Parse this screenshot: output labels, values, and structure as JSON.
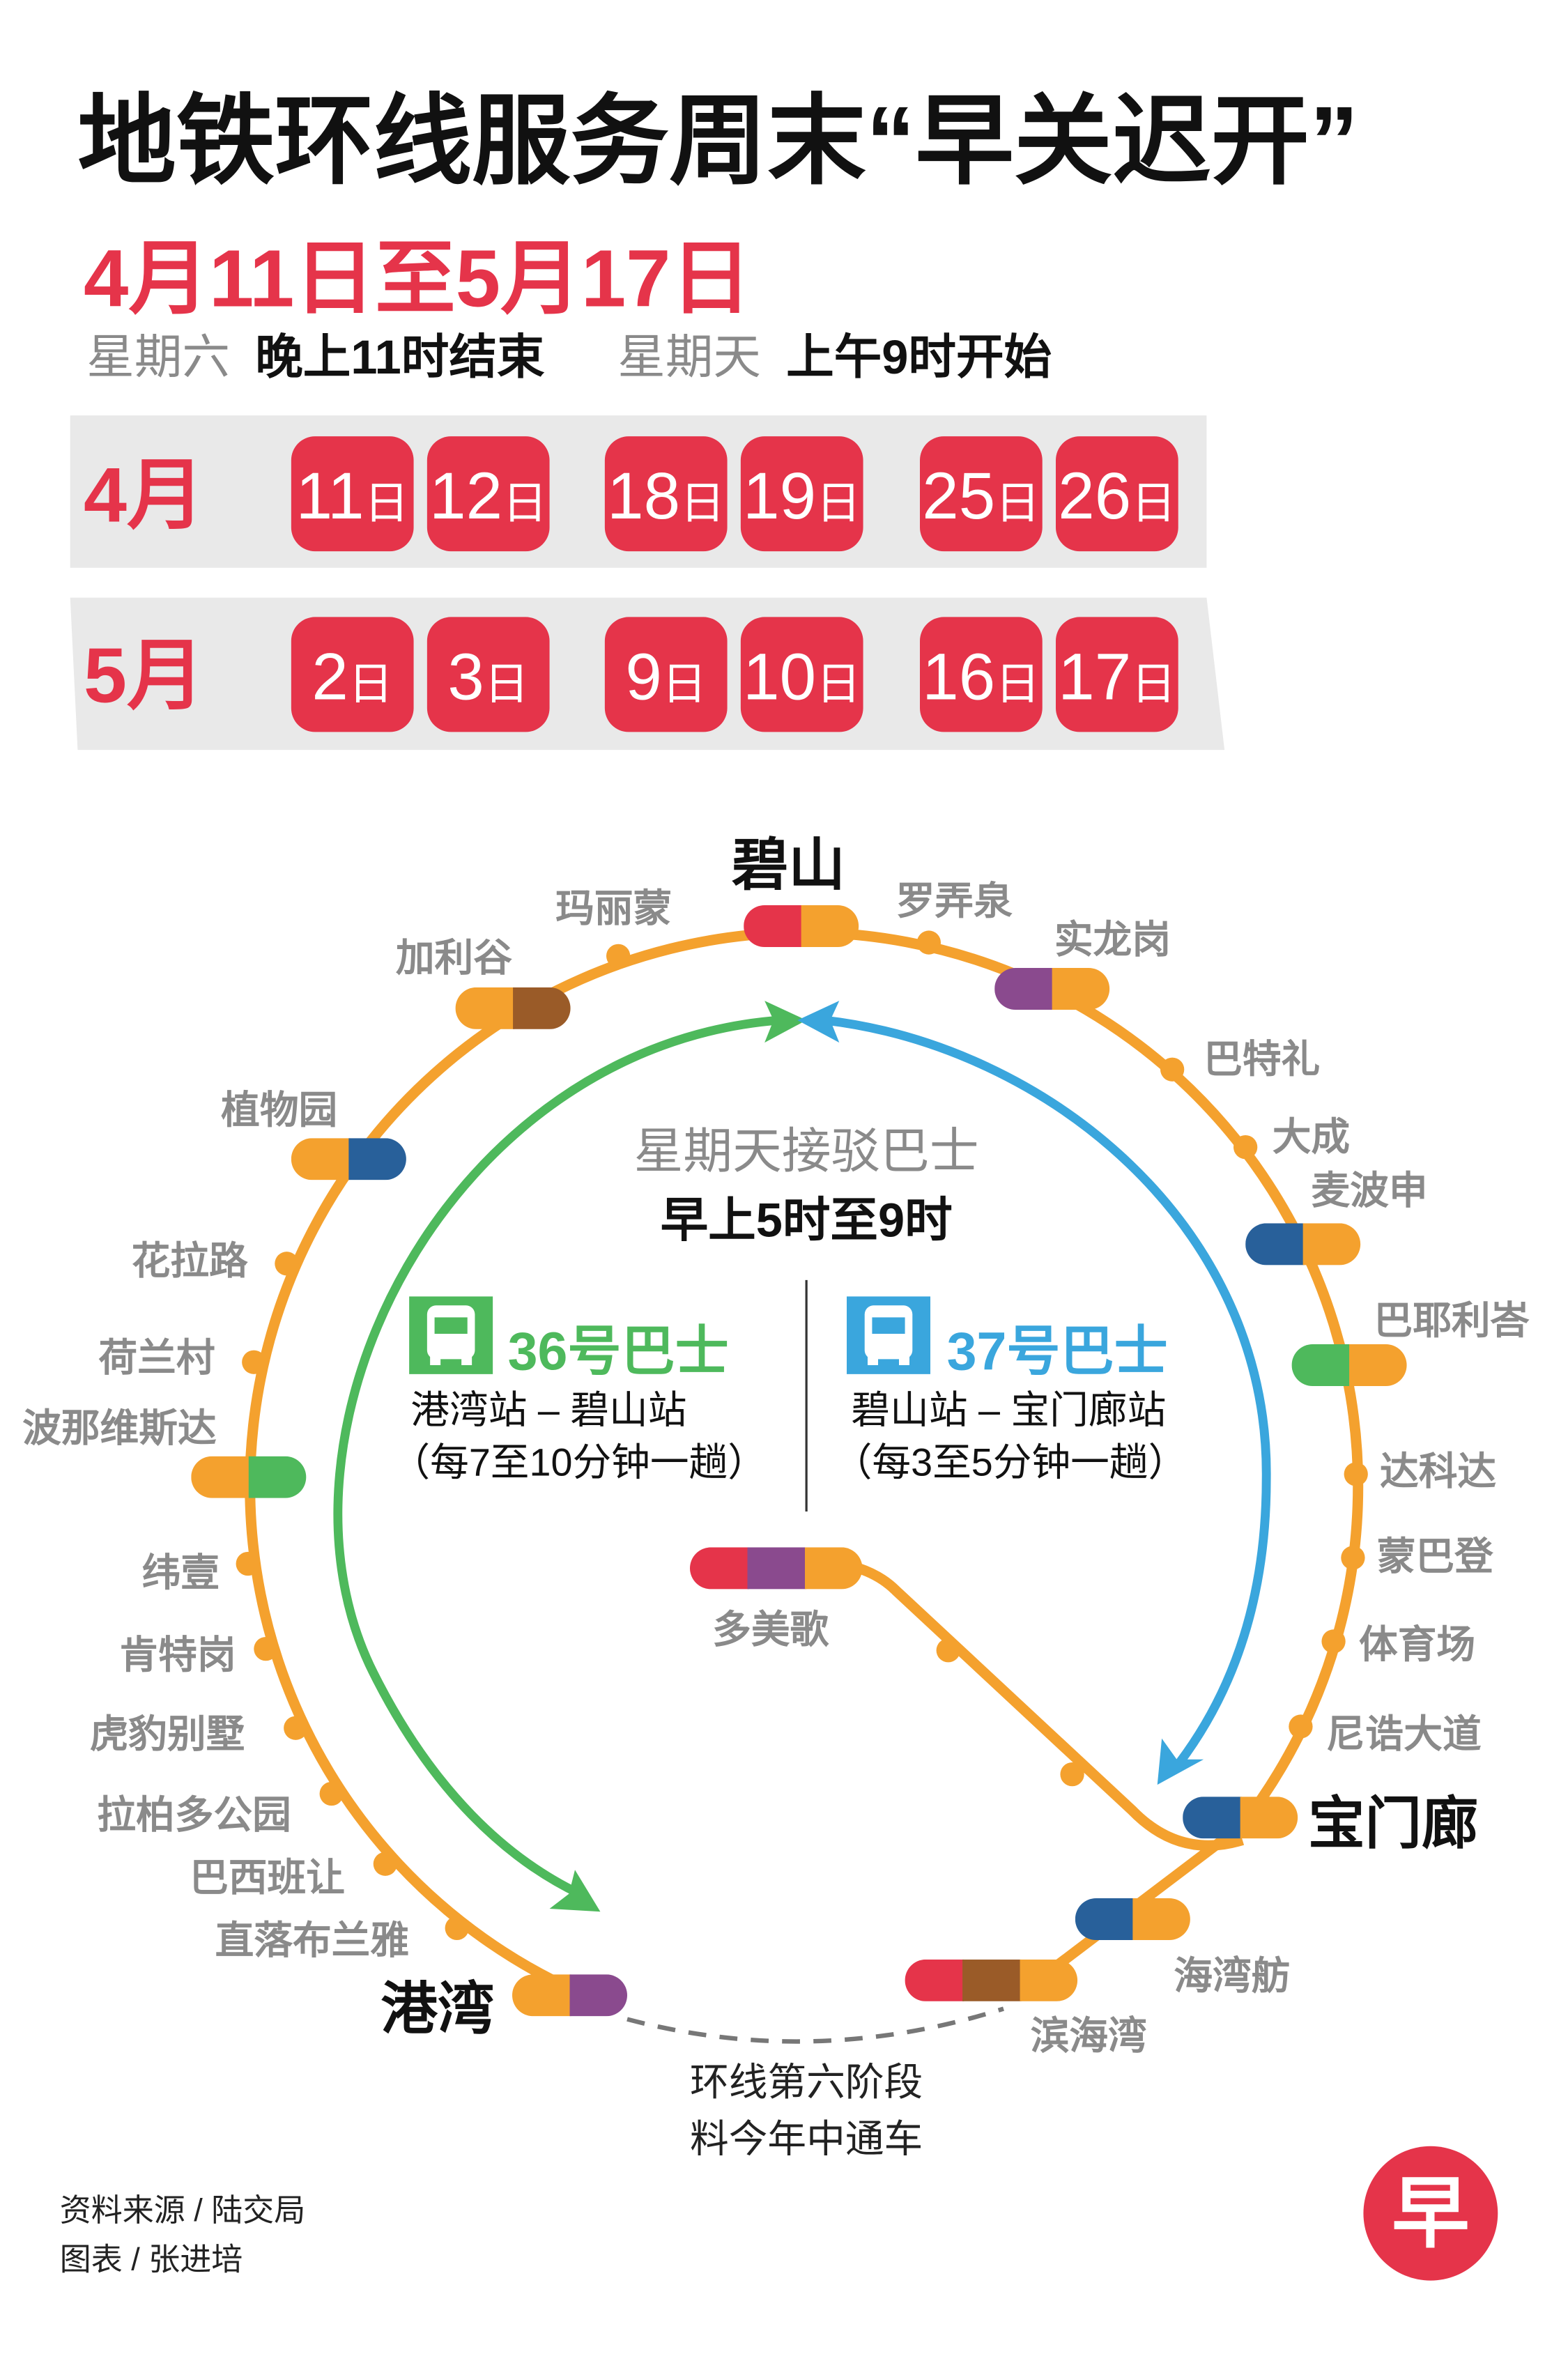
{
  "header": {
    "title": "地铁环线服务周末“早关迟开”",
    "date_range": "4月11日至5月17日",
    "sat_label": "星期六",
    "sat_time": "晚上11时结束",
    "sun_label": "星期天",
    "sun_time": "上午9时开始"
  },
  "calendar": [
    {
      "month": "4月",
      "days": [
        {
          "n": "11",
          "u": "日"
        },
        {
          "n": "12",
          "u": "日"
        },
        {
          "n": "18",
          "u": "日"
        },
        {
          "n": "19",
          "u": "日"
        },
        {
          "n": "25",
          "u": "日"
        },
        {
          "n": "26",
          "u": "日"
        }
      ]
    },
    {
      "month": "5月",
      "days": [
        {
          "n": "2",
          "u": "日"
        },
        {
          "n": "3",
          "u": "日"
        },
        {
          "n": "9",
          "u": "日"
        },
        {
          "n": "10",
          "u": "日"
        },
        {
          "n": "16",
          "u": "日"
        },
        {
          "n": "17",
          "u": "日"
        }
      ]
    }
  ],
  "map": {
    "major_stations": [
      "碧山",
      "港湾",
      "宝门廊"
    ],
    "stations": [
      "玛丽蒙",
      "加利谷",
      "植物园",
      "花拉路",
      "荷兰村",
      "波那维斯达",
      "纬壹",
      "肯特岗",
      "虎豹别墅",
      "拉柏多公园",
      "巴西班让",
      "直落布兰雅",
      "罗弄泉",
      "实龙岗",
      "巴特礼",
      "大成",
      "麦波申",
      "巴耶利峇",
      "达科达",
      "蒙巴登",
      "体育场",
      "尼诰大道",
      "海湾舫",
      "滨海湾",
      "多美歌"
    ],
    "shuttle_title": "星期天接驳巴士",
    "shuttle_time": "早上5时至9时",
    "bus36": {
      "name": "36号巴士",
      "route": "港湾站 – 碧山站",
      "freq": "（每7至10分钟一趟）"
    },
    "bus37": {
      "name": "37号巴士",
      "route": "碧山站 – 宝门廊站",
      "freq": "（每3至5分钟一趟）"
    },
    "stage6_line1": "环线第六阶段",
    "stage6_line2": "料今年中通车"
  },
  "footer": {
    "source": "资料来源 / 陆交局",
    "graphic": "图表 / 张进培",
    "logo_text": "早"
  },
  "colors": {
    "red": "#e5344a",
    "orange": "#f4a12e",
    "brown": "#9a5b28",
    "blue": "#28609a",
    "green": "#4eb95c",
    "purple": "#8a4a8e",
    "bus36": "#4eb95c",
    "bus37": "#3aa6dd"
  }
}
